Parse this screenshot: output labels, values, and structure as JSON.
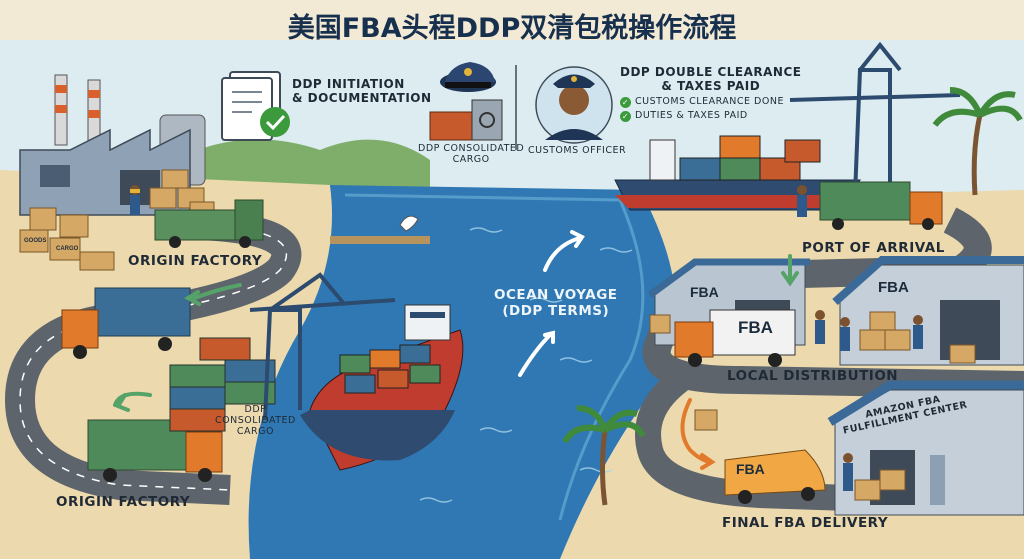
{
  "title": "美国FBA头程DDP双清包税操作流程",
  "labels": {
    "ddp_initiation": "DDP INITIATION\n& DOCUMENTATION",
    "consolidated_cargo_top": "DDP CONSOLIDATED\nCARGO",
    "customs_officer": "CUSTOMS OFFICER",
    "double_clearance": "DDP DOUBLE CLEARANCE\n& TAXES PAID",
    "customs_done": "CUSTOMS CLEARANCE DONE",
    "duties_paid": "DUTIES & TAXES PAID",
    "origin_factory_top": "ORIGIN FACTORY",
    "ocean_voyage": "OCEAN VOYAGE\n(DDP TERMS)",
    "port_of_arrival": "PORT OF ARRIVAL",
    "consolidated_cargo_port": "DDP\nCONSOLIDATED\nCARGO",
    "origin_factory_bottom": "ORIGIN FACTORY",
    "local_distribution": "LOCAL DISTRIBUTION",
    "amazon_fba": "AMAZON FBA\nFULFILLMENT CENTER",
    "final_delivery": "FINAL FBA DELIVERY"
  },
  "signage": {
    "fba_warehouse_1": "FBA",
    "fba_warehouse_2": "FBA",
    "fba_truck": "FBA",
    "fba_van": "FBA",
    "box_goods": "GOODS",
    "box_cargo": "CARGO"
  },
  "colors": {
    "sea": "#2f78b3",
    "sea_light": "#6fb4d8",
    "sand": "#eddcb3",
    "road": "#5d646c",
    "title": "#17304d",
    "accent_orange": "#e27a2c",
    "container_green": "#4f8a5b",
    "container_blue": "#3b6e96",
    "warehouse_roof": "#3c6a98"
  }
}
